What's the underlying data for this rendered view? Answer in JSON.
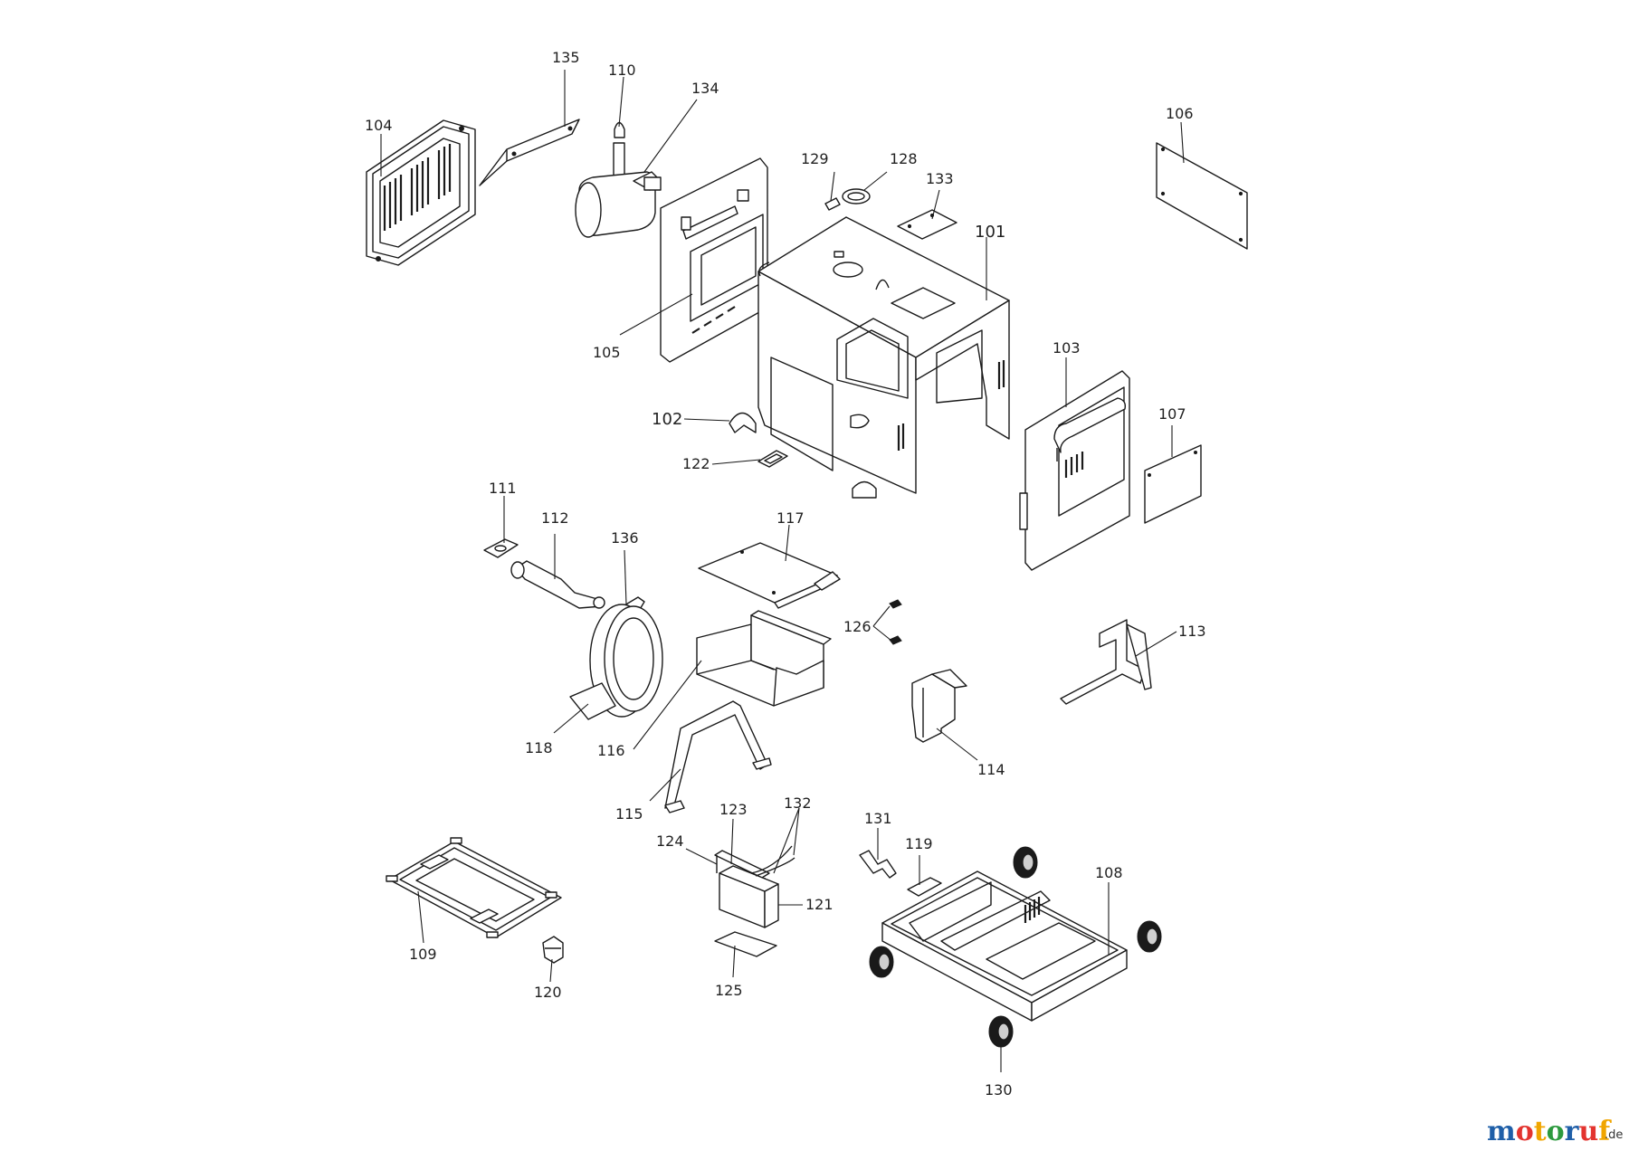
{
  "parts": [
    {
      "id": "101",
      "label": "101"
    },
    {
      "id": "102",
      "label": "102"
    },
    {
      "id": "103",
      "label": "103"
    },
    {
      "id": "104",
      "label": "104"
    },
    {
      "id": "105",
      "label": "105"
    },
    {
      "id": "106",
      "label": "106"
    },
    {
      "id": "107",
      "label": "107"
    },
    {
      "id": "108",
      "label": "108"
    },
    {
      "id": "109",
      "label": "109"
    },
    {
      "id": "110",
      "label": "110"
    },
    {
      "id": "111",
      "label": "111"
    },
    {
      "id": "112",
      "label": "112"
    },
    {
      "id": "113",
      "label": "113"
    },
    {
      "id": "114",
      "label": "114"
    },
    {
      "id": "115",
      "label": "115"
    },
    {
      "id": "116",
      "label": "116"
    },
    {
      "id": "117",
      "label": "117"
    },
    {
      "id": "118",
      "label": "118"
    },
    {
      "id": "119",
      "label": "119"
    },
    {
      "id": "120",
      "label": "120"
    },
    {
      "id": "121",
      "label": "121"
    },
    {
      "id": "122",
      "label": "122"
    },
    {
      "id": "123",
      "label": "123"
    },
    {
      "id": "124",
      "label": "124"
    },
    {
      "id": "125",
      "label": "125"
    },
    {
      "id": "126",
      "label": "126"
    },
    {
      "id": "128",
      "label": "128"
    },
    {
      "id": "129",
      "label": "129"
    },
    {
      "id": "130",
      "label": "130"
    },
    {
      "id": "131",
      "label": "131"
    },
    {
      "id": "132",
      "label": "132"
    },
    {
      "id": "133",
      "label": "133"
    },
    {
      "id": "134",
      "label": "134"
    },
    {
      "id": "135",
      "label": "135"
    },
    {
      "id": "136",
      "label": "136"
    }
  ],
  "watermark": {
    "letters": [
      {
        "char": "m",
        "color": "#1f5fa8"
      },
      {
        "char": "o",
        "color": "#e3342f"
      },
      {
        "char": "t",
        "color": "#f0a500"
      },
      {
        "char": "o",
        "color": "#2d9a3e"
      },
      {
        "char": "r",
        "color": "#1f5fa8"
      },
      {
        "char": "u",
        "color": "#e3342f"
      },
      {
        "char": "f",
        "color": "#f0a500"
      }
    ],
    "suffix": ".de"
  }
}
